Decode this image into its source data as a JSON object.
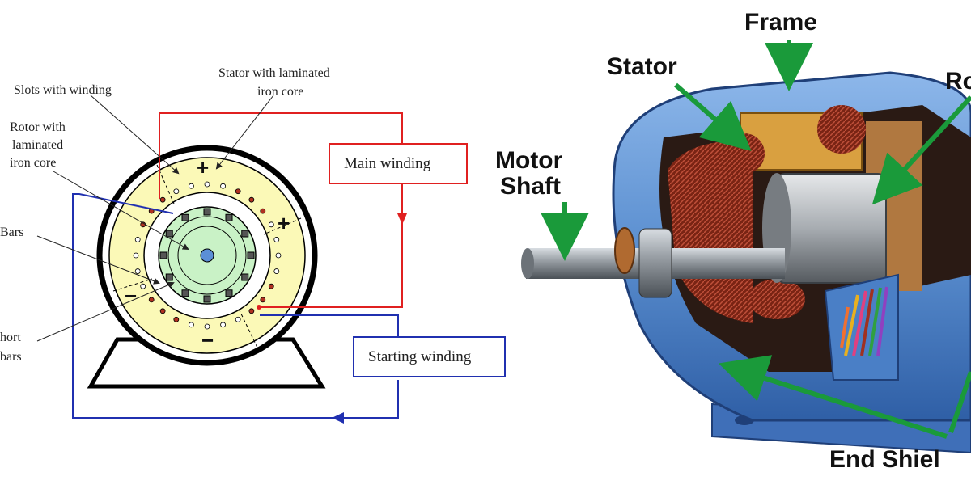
{
  "schematic": {
    "labels": {
      "stator_line1": "Stator with laminated",
      "stator_line2": "iron core",
      "slots": "Slots with winding",
      "rotor_line1": "Rotor with",
      "rotor_line2": "laminated",
      "rotor_line3": "iron core",
      "bars": "Bars",
      "short_line1": "hort",
      "short_line2": "bars"
    },
    "boxes": {
      "main_winding": "Main winding",
      "starting_winding": "Starting winding"
    },
    "signs": {
      "top": "+",
      "right": "+",
      "left": "−",
      "bottom": "−"
    },
    "colors": {
      "main_circuit": "#e02020",
      "starting_circuit": "#2030b0",
      "stator_fill": "#fbf9b7",
      "rotor_fill": "#c9f2c6",
      "conductor_dot": "#b03020",
      "shaft": "#5b8fd6"
    }
  },
  "cutaway": {
    "labels": {
      "frame": "Frame",
      "stator": "Stator",
      "rotor_partial": "Ro",
      "motor_shaft_line1": "Motor",
      "motor_shaft_line2": "Shaft",
      "end_shield_partial": "End Shiel"
    },
    "colors": {
      "frame_body": "#5b8fd0",
      "arrow": "#1a9a3a",
      "copper_winding": "#8b2a1a",
      "stator_core": "#d9a040",
      "shaft": "#9aa0a6"
    }
  }
}
